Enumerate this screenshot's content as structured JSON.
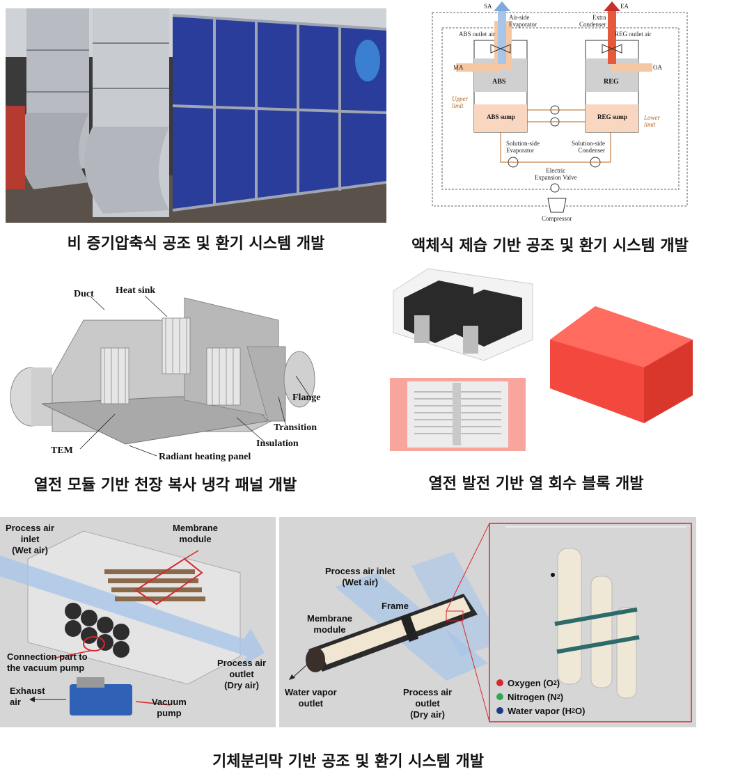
{
  "captions": {
    "p1": "비 증기압축식 공조 및 환기 시스템 개발",
    "p2": "액체식 제습 기반 공조 및 환기 시스템 개발",
    "p3": "열전 모듈 기반 천장 복사 냉각 패널 개발",
    "p4": "열전 발전 기반 열 회수 블록 개발",
    "p5": "기체분리막 기반 공조 및 환기 시스템 개발"
  },
  "liquid_desiccant": {
    "sa": "SA",
    "ea": "EA",
    "air_side_evap": "Air-side\nEvaporator",
    "extra_condenser": "Extra\nCondenser",
    "abs_outlet": "ABS outlet air",
    "reg_outlet": "REG outlet air",
    "ma": "MA",
    "oa": "OA",
    "abs": "ABS",
    "reg": "REG",
    "abs_sump": "ABS sump",
    "reg_sump": "REG sump",
    "upper_limit": "Upper\nlimit",
    "lower_limit": "Lower\nlimit",
    "sol_evap": "Solution-side\nEvaporator",
    "sol_cond": "Solution-side\nCondenser",
    "eev": "Electric\nExpansion Valve",
    "compressor": "Compressor"
  },
  "thermoelectric_panel": {
    "duct": "Duct",
    "heat_sink": "Heat sink",
    "flange": "Flange",
    "transition": "Transition",
    "insulation": "Insulation",
    "tem": "TEM",
    "radiant": "Radiant heating panel"
  },
  "membrane_module": {
    "process_inlet": "Process air\ninlet\n(Wet air)",
    "membrane_module": "Membrane\nmodule",
    "connection": "Connection part to\nthe vacuum pump",
    "exhaust": "Exhaust\nair",
    "vacuum_pump": "Vacuum\npump",
    "process_outlet": "Process air\noutlet\n(Dry air)"
  },
  "membrane_detail": {
    "process_inlet": "Process air inlet\n(Wet air)",
    "frame": "Frame",
    "membrane_module": "Membrane\nmodule",
    "water_outlet": "Water vapor\noutlet",
    "process_outlet": "Process air\noutlet\n(Dry air)",
    "legend": [
      {
        "label": "Oxygen (O",
        "sub": "2",
        "end": ")",
        "color": "#d7262c"
      },
      {
        "label": "Nitrogen (N",
        "sub": "2",
        "end": ")",
        "color": "#2fa84f"
      },
      {
        "label": "Water vapor (H",
        "sub": "2",
        "end": "O)",
        "color": "#1e3a8a"
      }
    ]
  },
  "colors": {
    "red_block": "#f2483d",
    "blue_panel": "#2a3d9a",
    "arrow_blue": "#a7c5e8"
  }
}
